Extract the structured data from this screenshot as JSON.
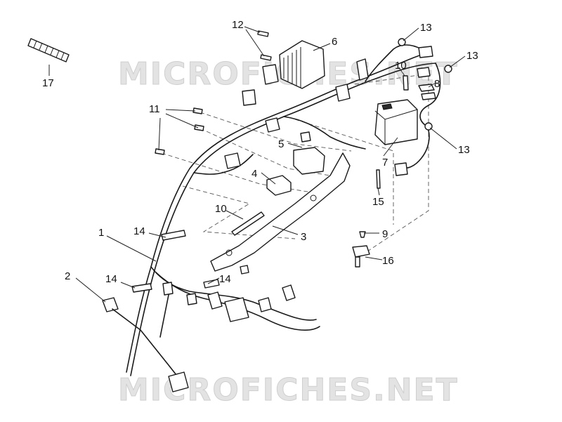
{
  "watermark": {
    "text": "MICROFICHES.NET"
  },
  "callouts": [
    {
      "id": "c1",
      "text": "1"
    },
    {
      "id": "c2",
      "text": "2"
    },
    {
      "id": "c3",
      "text": "3"
    },
    {
      "id": "c4",
      "text": "4"
    },
    {
      "id": "c5",
      "text": "5"
    },
    {
      "id": "c6",
      "text": "6"
    },
    {
      "id": "c7",
      "text": "7"
    },
    {
      "id": "c8",
      "text": "8"
    },
    {
      "id": "c9",
      "text": "9"
    },
    {
      "id": "c10a",
      "text": "10"
    },
    {
      "id": "c10b",
      "text": "10"
    },
    {
      "id": "c11",
      "text": "11"
    },
    {
      "id": "c12",
      "text": "12"
    },
    {
      "id": "c13a",
      "text": "13"
    },
    {
      "id": "c13b",
      "text": "13"
    },
    {
      "id": "c13c",
      "text": "13"
    },
    {
      "id": "c14a",
      "text": "14"
    },
    {
      "id": "c14b",
      "text": "14"
    },
    {
      "id": "c14c",
      "text": "14"
    },
    {
      "id": "c15",
      "text": "15"
    },
    {
      "id": "c16",
      "text": "16"
    },
    {
      "id": "c17",
      "text": "17"
    }
  ]
}
